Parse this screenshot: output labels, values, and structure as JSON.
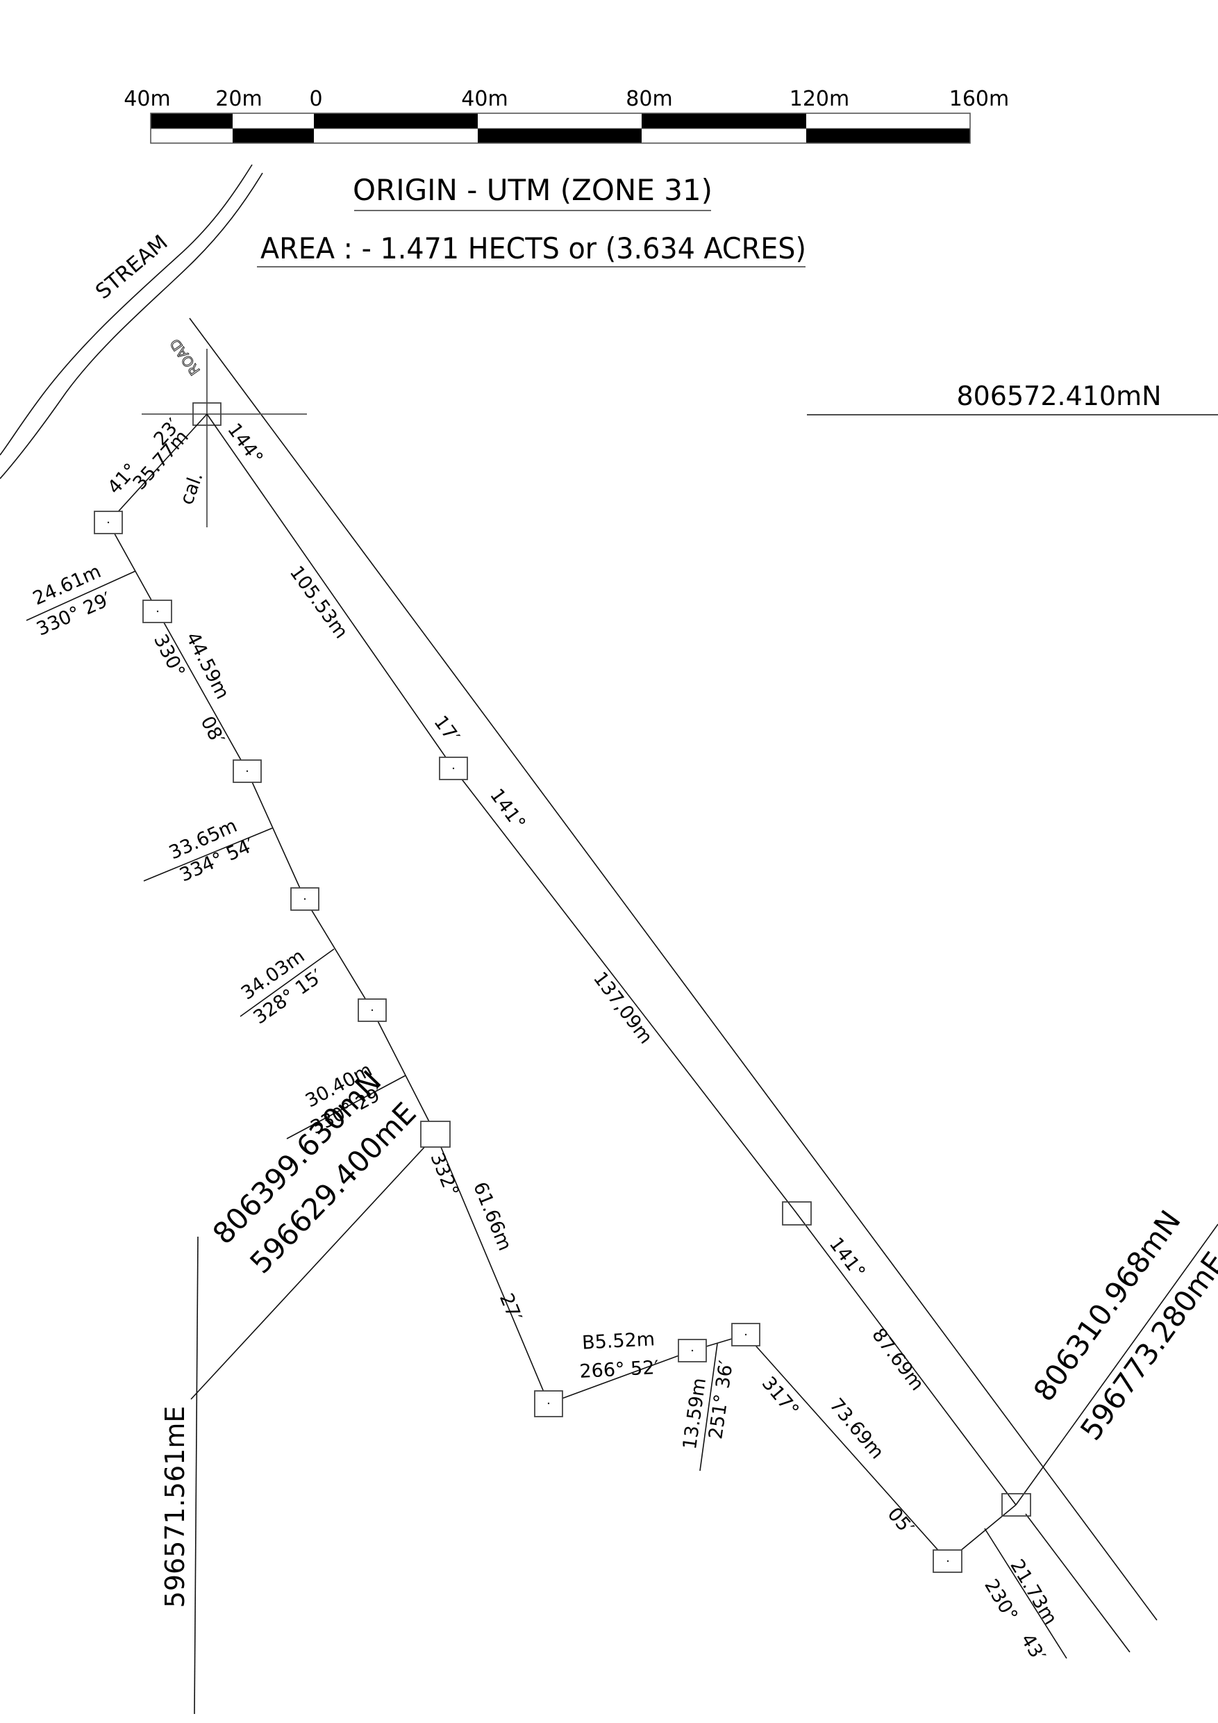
{
  "scale_bar": {
    "labels": [
      "40m",
      "20m",
      "0",
      "40m",
      "80m",
      "120m",
      "160m"
    ],
    "unit": "m",
    "fill_color": "#000000"
  },
  "header": {
    "origin": "ORIGIN - UTM (ZONE 31)",
    "area": "AREA : - 1.471 HECTS or (3.634 ACRES)"
  },
  "features": {
    "stream_label": "STREAM",
    "road_label": "ROAD",
    "cal_label": "cal."
  },
  "grid_coordinates": {
    "northing_top": "806572.410mN",
    "easting_left": "596571.561mE"
  },
  "pillar_coordinates": [
    {
      "northing": "806399.630mN",
      "easting": "596629.400mE"
    },
    {
      "northing": "806310.968mN",
      "easting": "596773.280mE"
    }
  ],
  "traverse": {
    "origin_leg": {
      "deg": "41°",
      "min": "23′",
      "distance": "35.77m"
    },
    "road_legs": [
      {
        "deg": "144°",
        "min": "17′",
        "distance": "105.53m"
      },
      {
        "deg": "141°",
        "distance": "137,09m"
      },
      {
        "deg": "141°",
        "distance": "87.69m"
      }
    ],
    "boundary_legs": [
      {
        "distance": "24.61m",
        "bearing": "330°   29′"
      },
      {
        "deg": "330°",
        "distance": "44.59m",
        "min": "08′"
      },
      {
        "distance": "33.65m",
        "bearing": "334°   54′"
      },
      {
        "distance": "34.03m",
        "bearing": "328°   15′"
      },
      {
        "distance": "30.40m",
        "bearing": "330°   29′"
      },
      {
        "deg": "332°",
        "distance": "61.66m",
        "min": "27′"
      },
      {
        "distance": "B5.52m",
        "bearing": "266°   52′"
      },
      {
        "distance": "13.59m",
        "bearing": "251°   36′"
      },
      {
        "deg": "317°",
        "distance": "73.69m",
        "min": "05′"
      },
      {
        "deg": "230°",
        "distance": "21.73m",
        "min": "43′"
      }
    ]
  }
}
